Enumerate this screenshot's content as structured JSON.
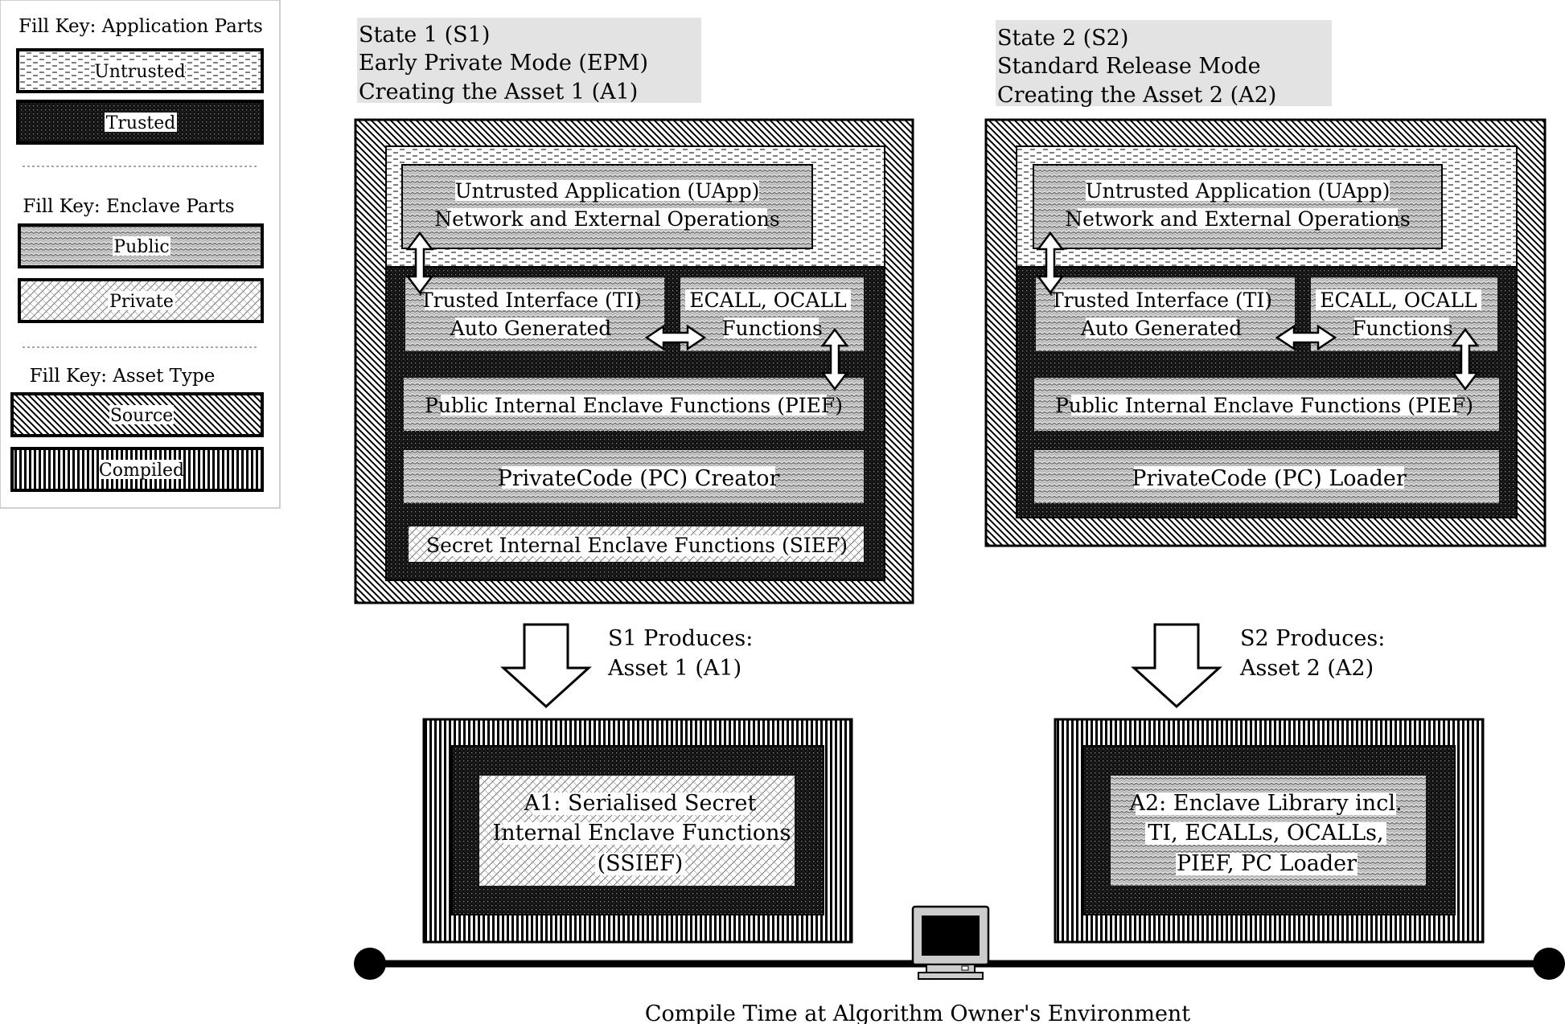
{
  "legend": {
    "application": {
      "title": "Fill Key: Application Parts",
      "items": [
        "Untrusted",
        "Trusted"
      ]
    },
    "enclave": {
      "title": "Fill Key:  Enclave Parts",
      "items": [
        "Public",
        "Private"
      ]
    },
    "asset": {
      "title": "Fill Key: Asset Type",
      "items": [
        "Source",
        "Compiled"
      ]
    }
  },
  "state1": {
    "header": [
      "State 1 (S1)",
      "Early Private Mode (EPM)",
      "Creating the Asset 1 (A1)"
    ],
    "uapp": [
      "Untrusted Application (UApp)",
      "Network and External Operations"
    ],
    "ti": [
      "Trusted Interface (TI)",
      "Auto Generated"
    ],
    "ecall": [
      "ECALL, OCALL",
      "Functions"
    ],
    "pief": "Public Internal Enclave Functions (PIEF)",
    "pc": "PrivateCode (PC) Creator",
    "sief": "Secret Internal Enclave Functions (SIEF)",
    "produces": [
      "S1 Produces:",
      "Asset 1 (A1)"
    ],
    "asset": [
      "A1: Serialised Secret",
      "Internal Enclave Functions",
      "(SSIEF)"
    ]
  },
  "state2": {
    "header": [
      "State 2 (S2)",
      "Standard Release Mode",
      "Creating the Asset 2 (A2)"
    ],
    "uapp": [
      "Untrusted Application (UApp)",
      "Network and External Operations"
    ],
    "ti": [
      "Trusted Interface (TI)",
      "Auto Generated"
    ],
    "ecall": [
      "ECALL, OCALL",
      "Functions"
    ],
    "pief": "Public Internal Enclave Functions (PIEF)",
    "pc": "PrivateCode (PC) Loader",
    "produces": [
      "S2 Produces:",
      "Asset 2 (A2)"
    ],
    "asset": [
      "A2: Enclave Library incl.",
      "TI, ECALLs, OCALLs,",
      "PIEF, PC Loader"
    ]
  },
  "timeline": {
    "caption": "Compile Time at Algorithm Owner's Environment",
    "icon": "computer-monitor-icon"
  },
  "colors": {
    "ink": "#000000",
    "header_bg": "#e3e3e3",
    "paper": "#ffffff"
  }
}
